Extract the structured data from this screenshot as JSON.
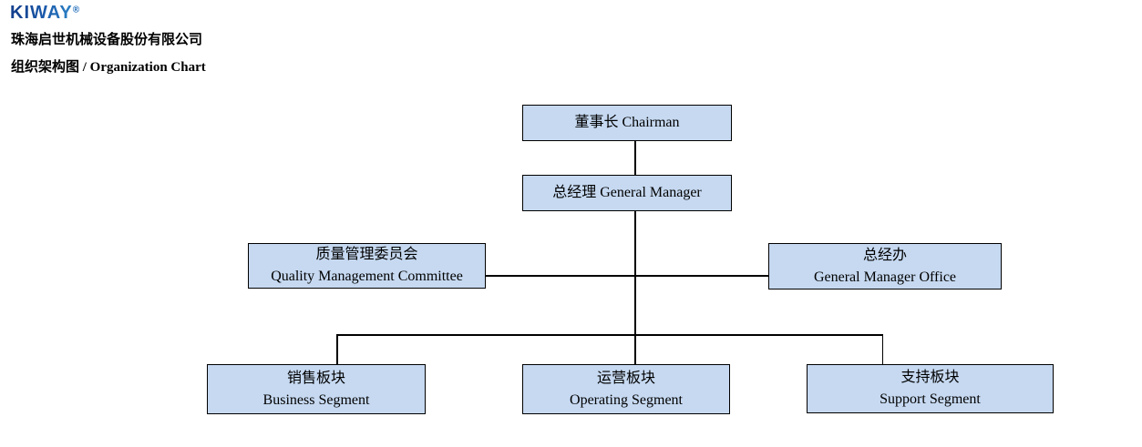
{
  "header": {
    "logo": {
      "text": "KIWAY",
      "registered_mark": "®",
      "gradient_start": "#14418f",
      "gradient_end": "#2e86c8"
    },
    "company_name": "珠海启世机械设备股份有限公司",
    "chart_title": "组织架构图 / Organization Chart"
  },
  "org_chart": {
    "box_fill": "#c6d9f1",
    "box_border_color": "#000000",
    "connector_color": "#000000",
    "nodes": [
      {
        "id": "chairman",
        "line1": "董事长 Chairman"
      },
      {
        "id": "general-manager",
        "line1": "总经理 General Manager"
      },
      {
        "id": "quality-management-committee",
        "line1": "质量管理委员会",
        "line2": "Quality Management Committee"
      },
      {
        "id": "general-manager-office",
        "line1": "总经办",
        "line2": "General Manager Office"
      },
      {
        "id": "business-segment",
        "line1": "销售板块",
        "line2": "Business Segment"
      },
      {
        "id": "operating-segment",
        "line1": "运营板块",
        "line2": "Operating Segment"
      },
      {
        "id": "support-segment",
        "line1": "支持板块",
        "line2": "Support Segment"
      }
    ],
    "edges": [
      {
        "from": "chairman",
        "to": "general-manager"
      },
      {
        "from": "general-manager",
        "to": "quality-management-committee"
      },
      {
        "from": "general-manager",
        "to": "general-manager-office"
      },
      {
        "from": "general-manager",
        "to": "business-segment"
      },
      {
        "from": "general-manager",
        "to": "operating-segment"
      },
      {
        "from": "general-manager",
        "to": "support-segment"
      }
    ]
  }
}
